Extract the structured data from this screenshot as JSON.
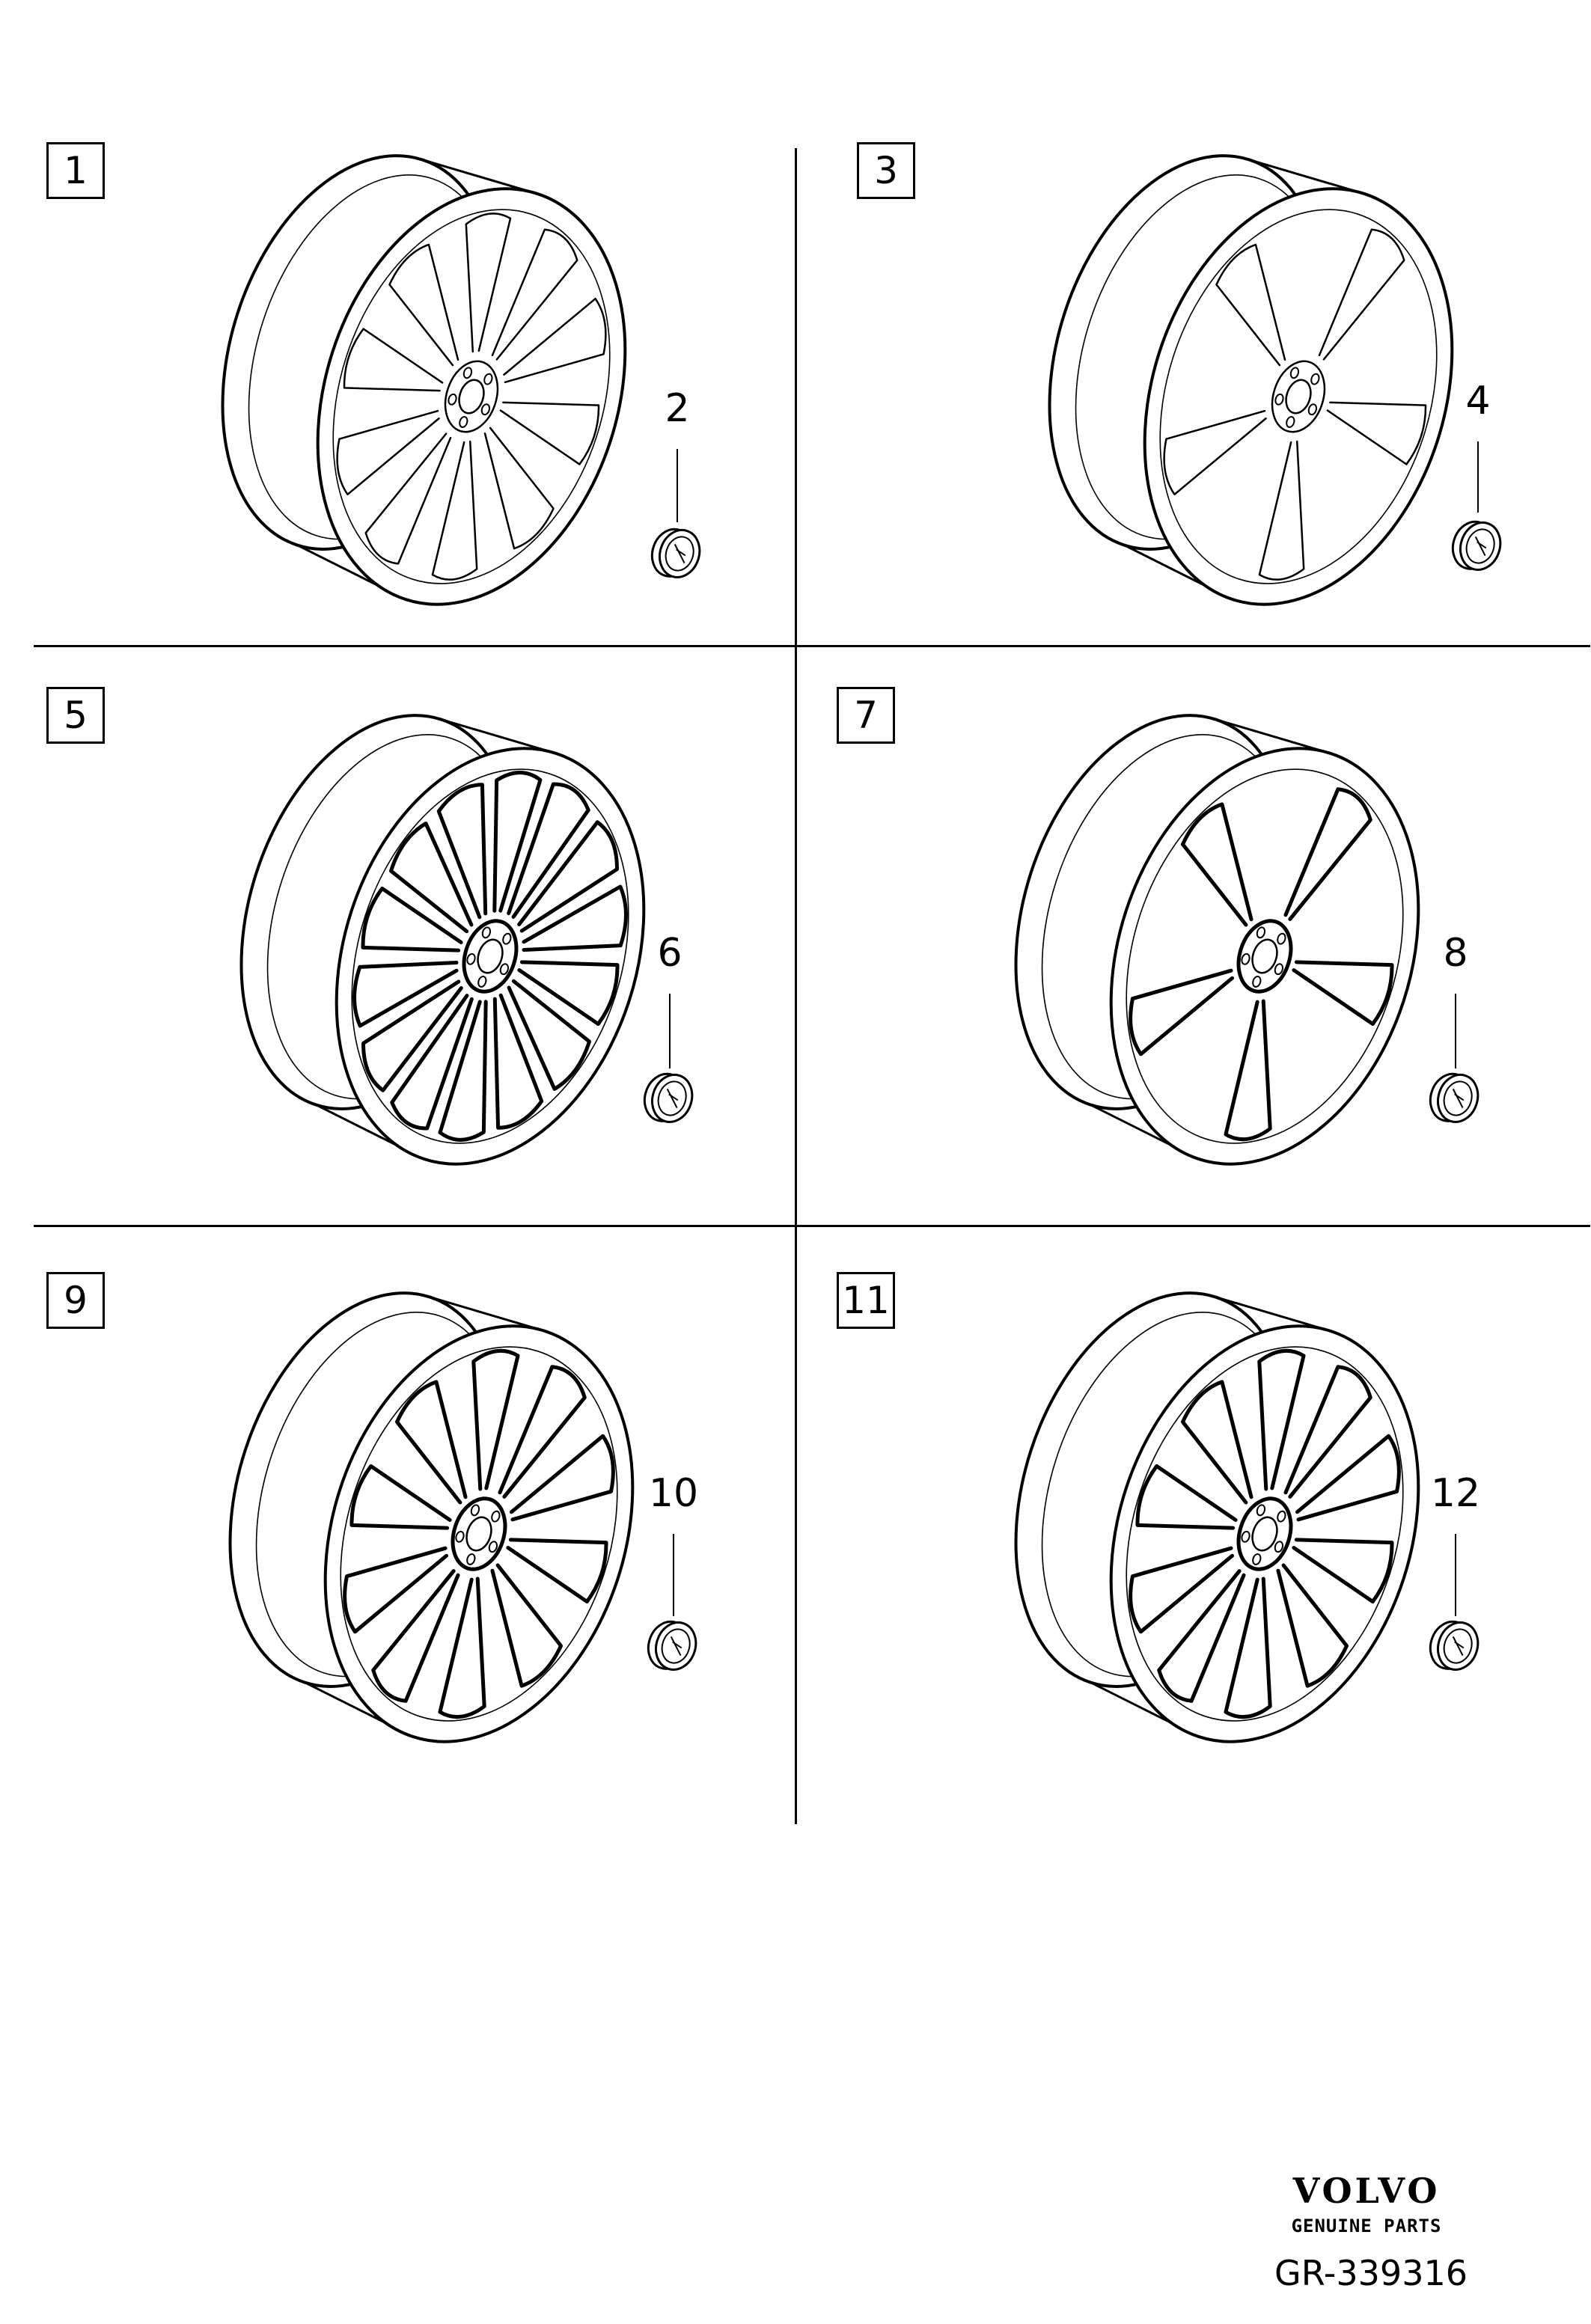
{
  "panels": [
    {
      "id": "p1",
      "wheel_label": "1",
      "cap_label": "2",
      "spokes": 10,
      "style": "thin"
    },
    {
      "id": "p3",
      "wheel_label": "3",
      "cap_label": "4",
      "spokes": 5,
      "style": "thin"
    },
    {
      "id": "p5",
      "wheel_label": "5",
      "cap_label": "6",
      "spokes": 14,
      "style": "bold"
    },
    {
      "id": "p7",
      "wheel_label": "7",
      "cap_label": "8",
      "spokes": 5,
      "style": "bold"
    },
    {
      "id": "p9",
      "wheel_label": "9",
      "cap_label": "10",
      "spokes": 10,
      "style": "bold"
    },
    {
      "id": "p11",
      "wheel_label": "11",
      "cap_label": "12",
      "spokes": 10,
      "style": "bold"
    }
  ],
  "footer": {
    "brand": "VOLVO",
    "tagline": "GENUINE PARTS",
    "reference": "GR-339316"
  }
}
